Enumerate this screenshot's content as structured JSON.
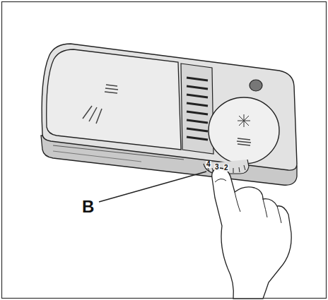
{
  "diagram": {
    "labels": [
      "B",
      "4",
      "3",
      "2"
    ]
  }
}
